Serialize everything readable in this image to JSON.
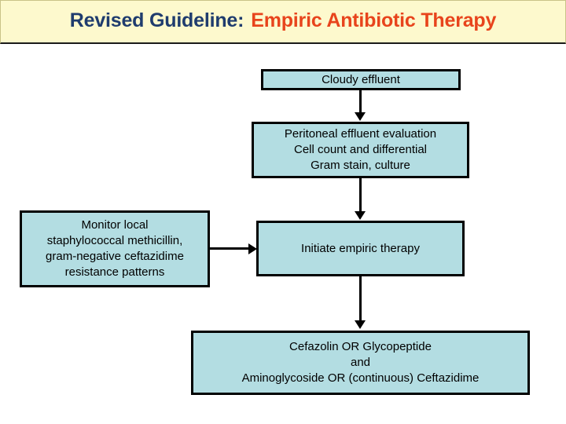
{
  "title": {
    "prefix": "Revised Guideline:",
    "highlight": "Empiric Antibiotic Therapy",
    "prefix_color": "#1f3c6e",
    "highlight_color": "#e8441c",
    "banner_color": "#fdf9cd"
  },
  "theme": {
    "box_fill": "#b3dde2",
    "box_border": "#000000",
    "text_color": "#000000",
    "background": "#ffffff"
  },
  "flowchart": {
    "boxes": [
      {
        "id": "cloudy-effluent",
        "lines": [
          "Cloudy effluent"
        ]
      },
      {
        "id": "effluent-evaluation",
        "lines": [
          "Peritoneal effluent evaluation",
          "Cell count and differential",
          "Gram stain, culture"
        ]
      },
      {
        "id": "monitor-resistance",
        "lines": [
          "Monitor local",
          "staphylococcal methicillin,",
          "gram-negative ceftazidime",
          "resistance patterns"
        ]
      },
      {
        "id": "initiate-therapy",
        "lines": [
          "Initiate empiric therapy"
        ]
      },
      {
        "id": "drug-regimen",
        "lines": [
          "Cefazolin OR Glycopeptide",
          "and",
          "Aminoglycoside OR (continuous) Ceftazidime"
        ]
      }
    ],
    "connectors": [
      {
        "id": "cloudy-to-evaluation",
        "direction": "down"
      },
      {
        "id": "evaluation-to-initiate",
        "direction": "down"
      },
      {
        "id": "monitor-to-initiate",
        "direction": "right"
      },
      {
        "id": "initiate-to-regimen",
        "direction": "down"
      }
    ]
  }
}
